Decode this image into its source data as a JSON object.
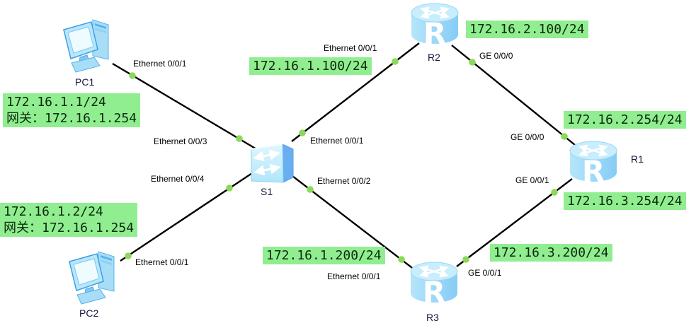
{
  "app": {
    "description": "network topology canvas"
  },
  "colors": {
    "background": "#ffffff",
    "link": "#000000",
    "port_dot": "#8cd95a",
    "annotation_bg": "#90EE90",
    "annotation_text": "#0c290c",
    "device_body": "#9ed9f8",
    "switch_side": "#6aaef2"
  },
  "devices": {
    "pc1": {
      "label": "PC1",
      "type": "pc"
    },
    "pc2": {
      "label": "PC2",
      "type": "pc"
    },
    "s1": {
      "label": "S1",
      "type": "switch"
    },
    "r1": {
      "label": "R1",
      "type": "router"
    },
    "r2": {
      "label": "R2",
      "type": "router"
    },
    "r3": {
      "label": "R3",
      "type": "router"
    }
  },
  "port_labels": {
    "pc1_e001": "Ethernet 0/0/1",
    "s1_e003": "Ethernet 0/0/3",
    "s1_e004": "Ethernet 0/0/4",
    "pc2_e001": "Ethernet 0/0/1",
    "r2_e001": "Ethernet 0/0/1",
    "s1_e001": "Ethernet 0/0/1",
    "s1_e002": "Ethernet 0/0/2",
    "r3_e001": "Ethernet 0/0/1",
    "r2_ge000": "GE 0/0/0",
    "r1_ge000": "GE 0/0/0",
    "r1_ge001": "GE 0/0/1",
    "r3_ge001": "GE 0/0/1"
  },
  "annotations": {
    "pc1_ip": "172.16.1.1/24\n网关：172.16.1.254",
    "pc2_ip": "172.16.1.2/24\n网关：172.16.1.254",
    "r2_eth_ip": "172.16.1.100/24",
    "r2_ge_ip": "172.16.2.100/24",
    "r1_ge0_ip": "172.16.2.254/24",
    "r1_ge1_ip": "172.16.3.254/24",
    "r3_eth_ip": "172.16.1.200/24",
    "r3_ge_ip": "172.16.3.200/24"
  },
  "links": [
    {
      "from": "PC1",
      "from_port": "Ethernet 0/0/1",
      "to": "S1",
      "to_port": "Ethernet 0/0/3"
    },
    {
      "from": "PC2",
      "from_port": "Ethernet 0/0/1",
      "to": "S1",
      "to_port": "Ethernet 0/0/4"
    },
    {
      "from": "S1",
      "from_port": "Ethernet 0/0/1",
      "to": "R2",
      "to_port": "Ethernet 0/0/1"
    },
    {
      "from": "S1",
      "from_port": "Ethernet 0/0/2",
      "to": "R3",
      "to_port": "Ethernet 0/0/1"
    },
    {
      "from": "R2",
      "from_port": "GE 0/0/0",
      "to": "R1",
      "to_port": "GE 0/0/0"
    },
    {
      "from": "R3",
      "from_port": "GE 0/0/1",
      "to": "R1",
      "to_port": "GE 0/0/1"
    }
  ]
}
